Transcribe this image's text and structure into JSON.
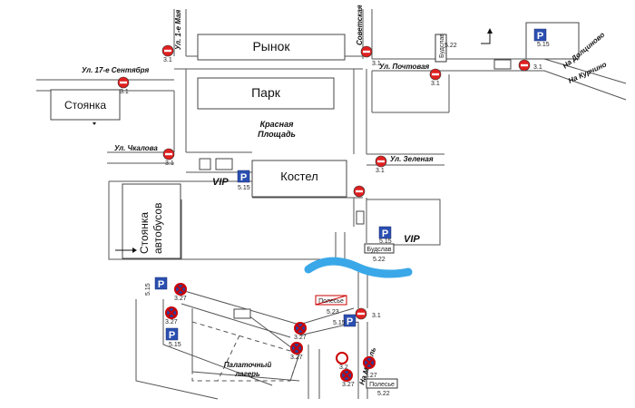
{
  "places": {
    "market": "Рынок",
    "park": "Парк",
    "square_line1": "Красная",
    "square_line2": "Площадь",
    "church": "Костел",
    "parking": "Стоянка",
    "bus_parking_line1": "Стоянка",
    "bus_parking_line2": "автобусов",
    "tent_camp_line1": "Палаточный",
    "tent_camp_line2": "лагерь",
    "vip_1": "VIP",
    "vip_2": "VIP"
  },
  "streets": {
    "may1": "Ул. 1-е Мая",
    "sovetskaya": "Советская",
    "pochtovaya": "Ул. Почтовая",
    "sept17": "Ул. 17-е Сентября",
    "chkalova": "Ул. Чкалова",
    "zelenaya": "Ул. Зеленая",
    "to_doltsinovo": "На Долциново",
    "to_kurchino": "На Курчино",
    "to_myadel": "На Мядель"
  },
  "place_signs": {
    "budslav_top": "Будслав",
    "budslav_mid": "Будслав",
    "polesye_mid": "Полесье",
    "polesye_bottom": "Полесье"
  },
  "sign_codes": {
    "c1": "3.1",
    "c2": "3.1",
    "c3": "3.1",
    "c4": "3.1",
    "c5": "3.1",
    "c6": "3.1",
    "c7": "3.1",
    "c8": "3.1",
    "c9": "5.22",
    "c10": "5.15",
    "c11": "5.15",
    "c12": "5.15",
    "c13": "5.22",
    "c14": "5.15",
    "c15": "3.27",
    "c16": "3.27",
    "c17": "5.15",
    "c18": "5.23",
    "c19": "5.15",
    "c20": "3.27",
    "c21": "3.27",
    "c22": "3.2",
    "c23": "3.27",
    "c24": "3.27",
    "c25": "5.22"
  },
  "icons": {
    "parking": "P",
    "no_entry": "no-entry-sign",
    "no_stopping": "no-stopping-sign",
    "no_vehicles": "no-vehicles-sign"
  },
  "colors": {
    "river": "#3aa8e8",
    "no_entry": "#e02020",
    "parking_blue": "#2a4fb0",
    "no_stop_blue": "#2a3f9e"
  }
}
